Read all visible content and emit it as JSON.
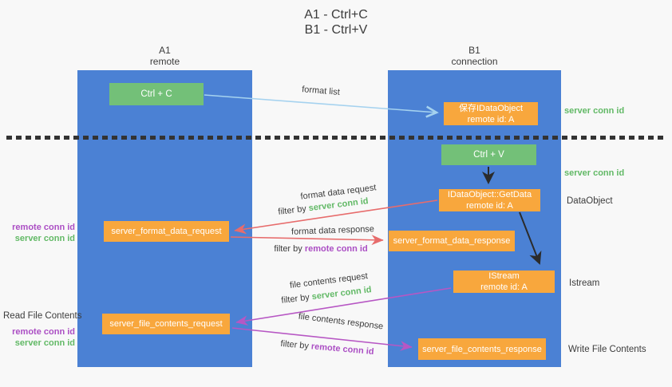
{
  "colors": {
    "bg": "#f8f8f8",
    "column-blue": "#4b81d4",
    "box-green": "#73c078",
    "box-orange": "#f8a73d",
    "text-dark": "#3c3c3c",
    "green-id": "#62b966",
    "purple-id": "#ab4ec4",
    "arrow-red": "#e76c6c",
    "arrow-purple": "#b757c4",
    "arrow-blue": "#a5d2ef",
    "arrow-black": "#2b2b2b",
    "box-text": "#ffffff"
  },
  "title": {
    "line1": "A1 - Ctrl+C",
    "line2": "B1 - Ctrl+V"
  },
  "lifelines": {
    "a1": {
      "name": "A1",
      "role": "remote"
    },
    "b1": {
      "name": "B1",
      "role": "connection"
    }
  },
  "nodes": {
    "ctrl_c": {
      "label": "Ctrl + C"
    },
    "ctrl_v": {
      "label": "Ctrl + V"
    },
    "save_dataobject": {
      "line1": "保存IDataObject",
      "line2": "remote id: A"
    },
    "getdata": {
      "line1": "IDataObject::GetData",
      "line2": "remote id: A"
    },
    "istream": {
      "line1": "IStream",
      "line2": "remote id: A"
    },
    "format_request": {
      "label": "server_format_data_request"
    },
    "format_response": {
      "label": "server_format_data_response"
    },
    "file_request": {
      "label": "server_file_contents_request"
    },
    "file_response": {
      "label": "server_file_contents_response"
    }
  },
  "edges": {
    "format_list": {
      "label": "format list"
    },
    "format_data_request": {
      "label": "format data request",
      "filter_prefix": "filter by",
      "filter_key": "server conn id"
    },
    "format_data_response": {
      "label": "format data response",
      "filter_prefix": "filter by",
      "filter_key": "remote conn id"
    },
    "file_contents_request": {
      "label": "file contents request",
      "filter_prefix": "filter by",
      "filter_key": "server conn id"
    },
    "file_contents_response": {
      "label": "file contents response",
      "filter_prefix": "filter by",
      "filter_key": "remote conn id"
    }
  },
  "annotations": {
    "server_conn_id_top": "server conn id",
    "server_conn_id_mid": "server conn id",
    "left_remote_conn_id": "remote conn id",
    "left_server_conn_id": "server conn id",
    "read_file_contents": "Read File Contents",
    "left_remote_conn_id_2": "remote conn id",
    "left_server_conn_id_2": "server conn id",
    "dataobject": "DataObject",
    "istream": "Istream",
    "write_file_contents": "Write File Contents"
  }
}
